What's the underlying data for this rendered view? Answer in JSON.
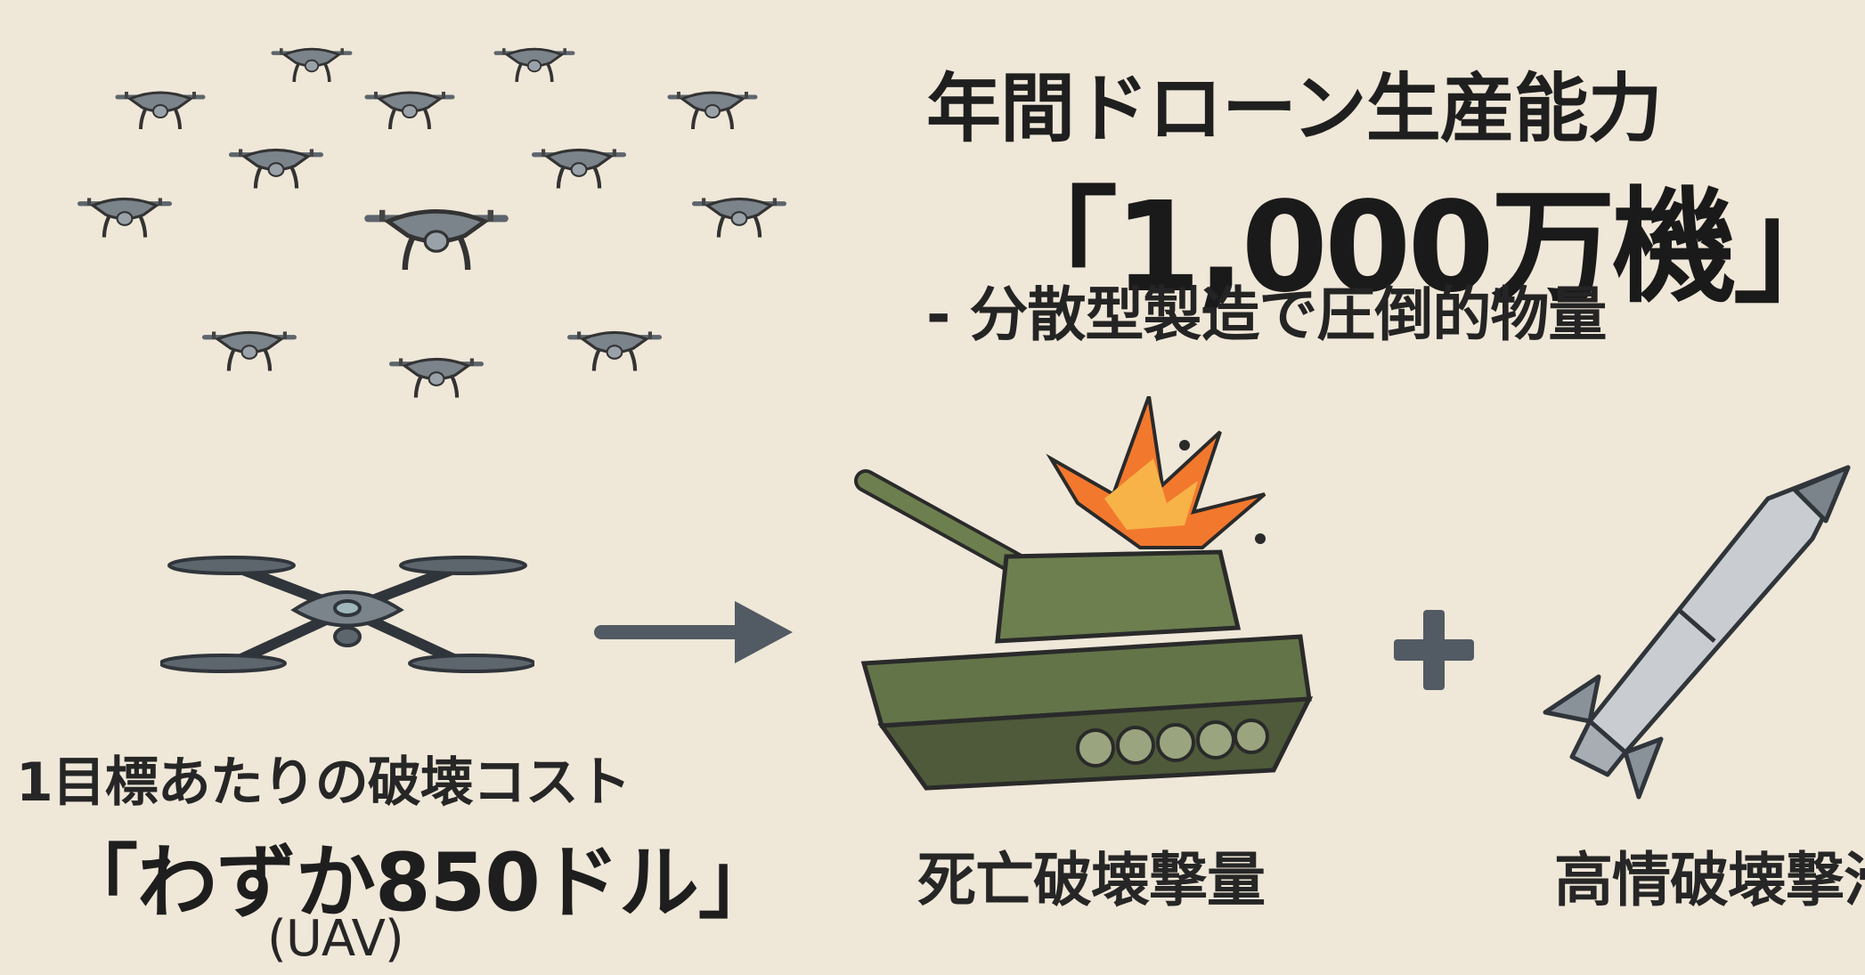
{
  "production": {
    "headline": "年間ドローン生産能力",
    "figure": "「1,000万機」",
    "subline": "- 分散型製造で圧倒的物量"
  },
  "cost": {
    "label": "1目標あたりの破壊コスト",
    "value": "「わずか850ドル」",
    "tag": "(UAV)"
  },
  "targets": {
    "tank_caption": "死亡破壊撃量",
    "missile_caption": "高情破壊撃滑"
  },
  "icons": {
    "swarm": "drone-swarm-icon",
    "drone": "quadcopter-drone-icon",
    "arrow": "right-arrow-icon",
    "tank": "destroyed-tank-icon",
    "plus": "plus-icon",
    "missile": "missile-icon"
  },
  "colors": {
    "background": "#efe7d8",
    "drone_gray": "#7b838b",
    "tank_green": "#6d7f4f",
    "explosion": "#f2782e",
    "arrow": "#525a63"
  }
}
